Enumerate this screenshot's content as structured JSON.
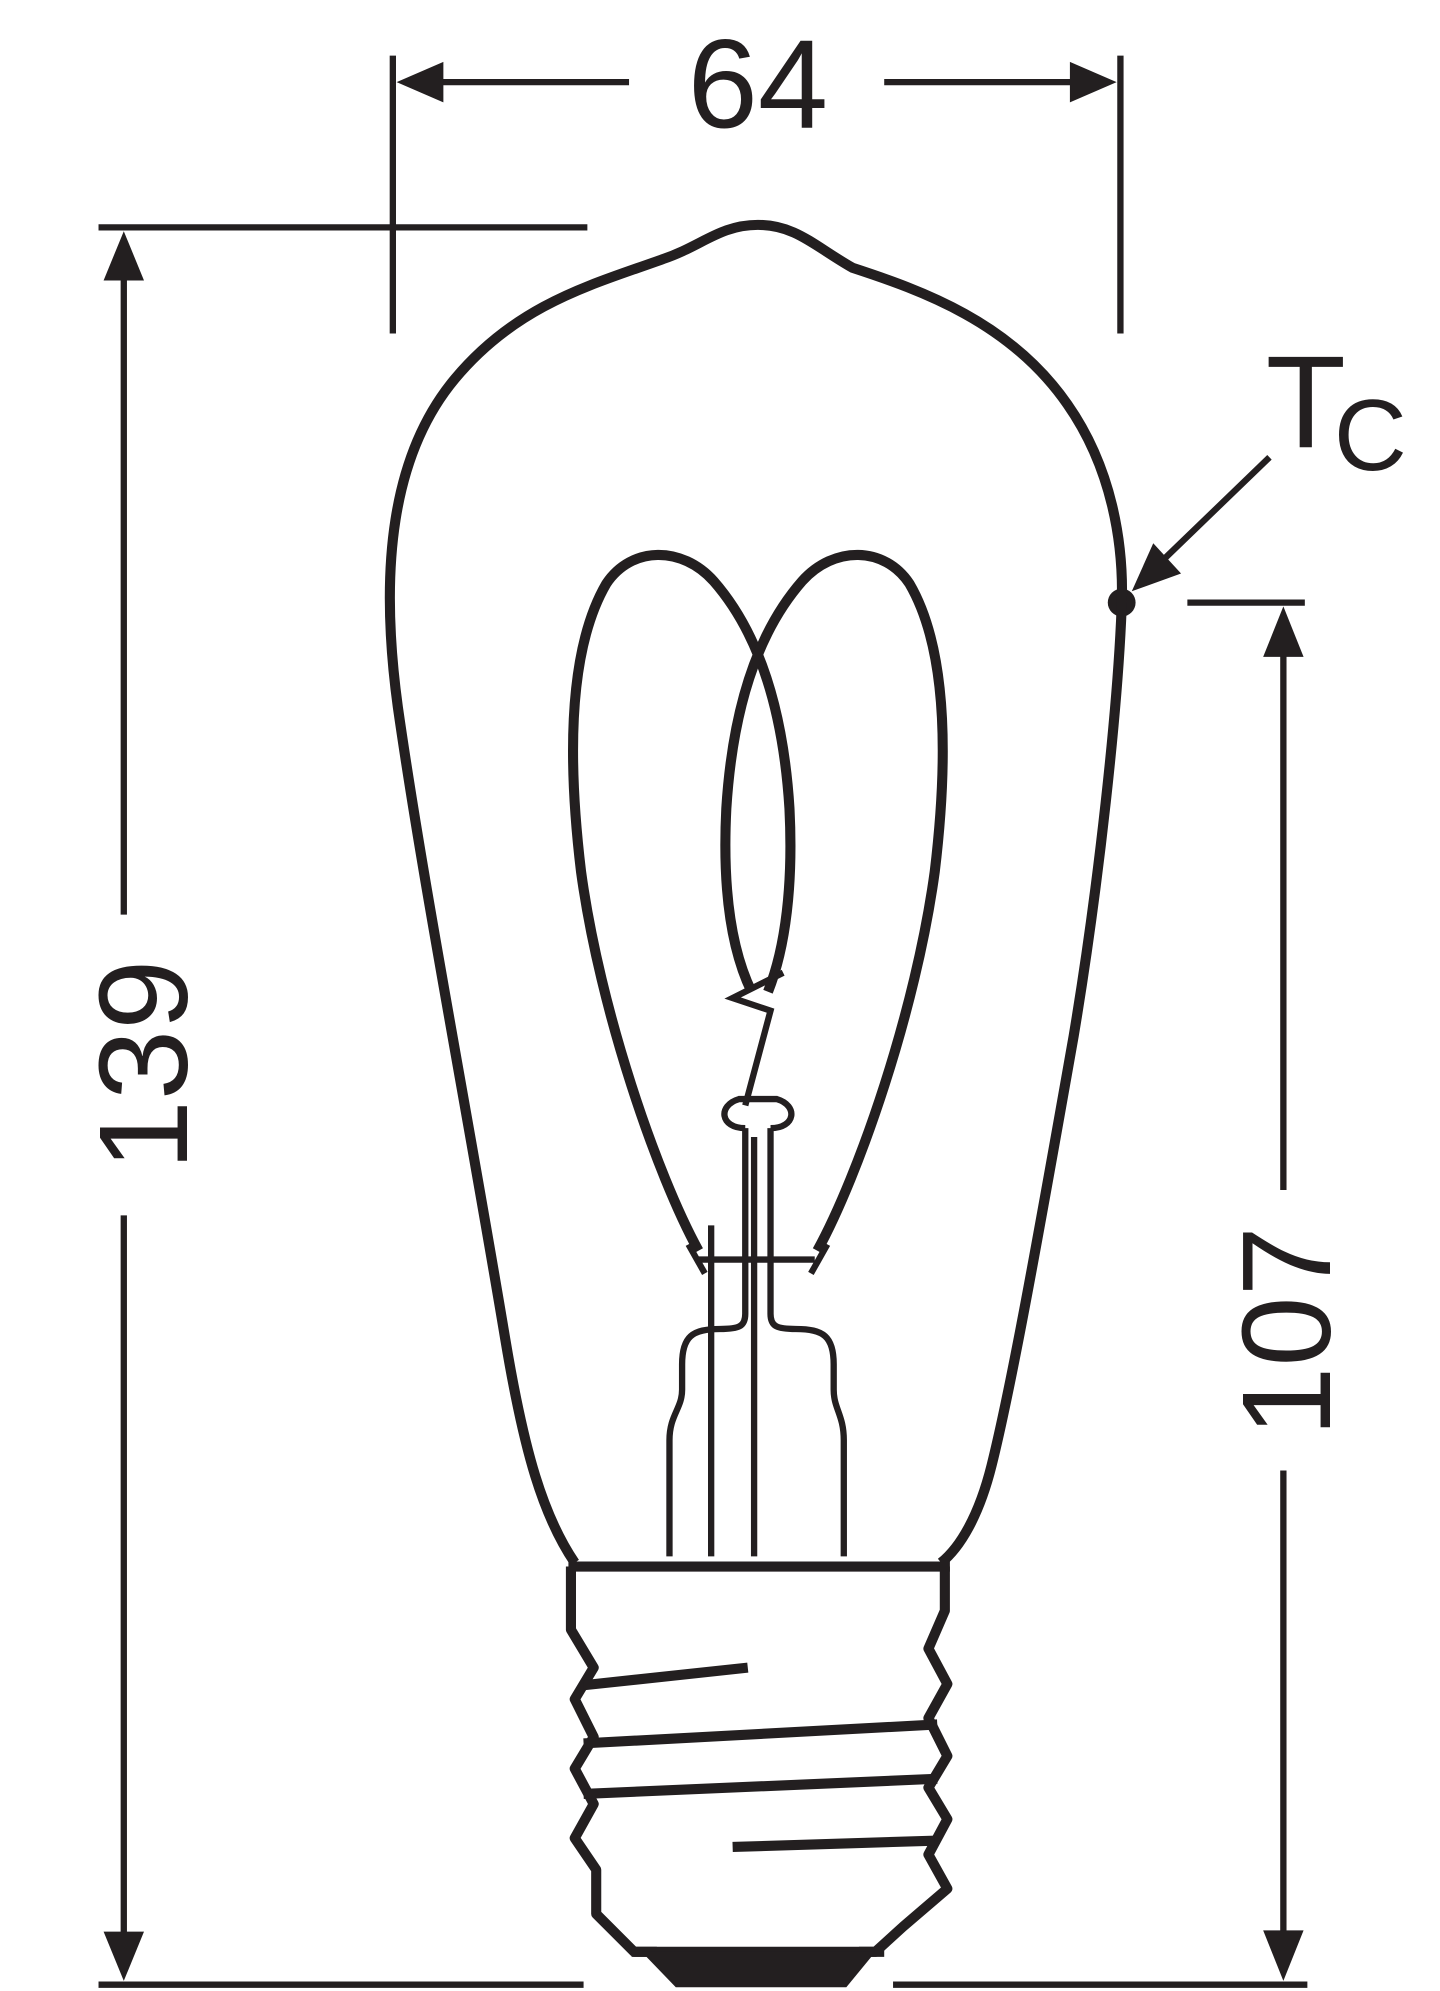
{
  "diagram": {
    "type": "technical-dimension-drawing",
    "subject": "ST64 filament LED bulb with E27 screw base",
    "units": "mm",
    "colors": {
      "line": "#231f20",
      "background": "#ffffff"
    },
    "dimensions": {
      "width": {
        "label": "64",
        "orientation": "horizontal",
        "position": "top"
      },
      "overall_height": {
        "label": "139",
        "orientation": "vertical",
        "position": "left"
      },
      "tc_height": {
        "label": "107",
        "orientation": "vertical",
        "position": "right"
      }
    },
    "annotations": {
      "tc": {
        "main": "T",
        "subscript": "C",
        "meaning": "case temperature measurement point"
      }
    }
  }
}
